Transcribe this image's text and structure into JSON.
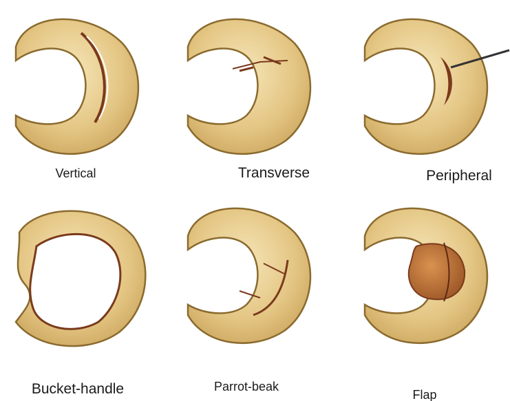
{
  "tear_types": [
    {
      "id": "vertical",
      "label": "Vertical"
    },
    {
      "id": "transverse",
      "label": "Transverse"
    },
    {
      "id": "peripheral",
      "label": "Peripheral"
    },
    {
      "id": "bucket-handle",
      "label": "Bucket-handle"
    },
    {
      "id": "parrot-beak",
      "label": "Parrot-beak"
    },
    {
      "id": "flap",
      "label": "Flap"
    }
  ],
  "colors": {
    "meniscus_fill": "#e6c98a",
    "meniscus_highlight": "#f3e2b4",
    "meniscus_outline": "#8a6a2e",
    "tear": "#7a3a1c",
    "tear_light": "#c07a44"
  }
}
